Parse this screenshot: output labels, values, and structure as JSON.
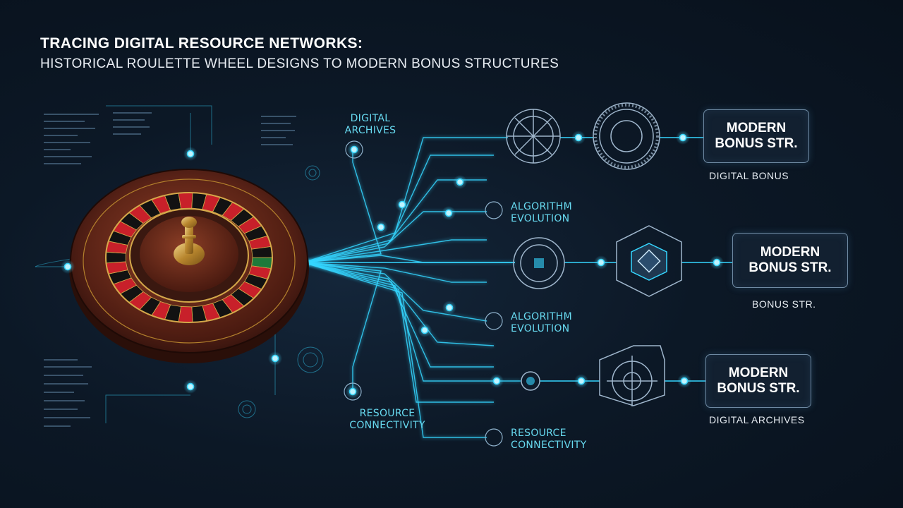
{
  "header": {
    "title": "TRACING DIGITAL RESOURCE NETWORKS:",
    "subtitle": "HISTORICAL ROULETTE WHEEL DESIGNS TO MODERN BONUS STRUCTURES"
  },
  "labels": {
    "digital_archives": [
      "DIGITAL",
      "ARCHIVES"
    ],
    "algorithm_evolution_1": [
      "ALGORITHM",
      "EVOLUTION"
    ],
    "algorithm_evolution_2": [
      "ALGORITHM",
      "EVOLUTION"
    ],
    "resource_connectivity_1": [
      "RESOURCE",
      "CONNECTIVITY"
    ],
    "resource_connectivity_2": [
      "RESOURCE",
      "CONNECTIVITY"
    ]
  },
  "outputs": [
    {
      "box": [
        "MODERN",
        "BONUS STR."
      ],
      "caption": "DIGITAL BONUS"
    },
    {
      "box": [
        "MODERN",
        "BONUS STR."
      ],
      "caption": "BONUS STR."
    },
    {
      "box": [
        "MODERN",
        "BONUS STR."
      ],
      "caption": "DIGITAL ARCHIVES"
    }
  ],
  "colors": {
    "background": "#0c1826",
    "accent_cyan": "#35d6ff",
    "label_cyan": "#67d9ef",
    "wheel_wood": "#6b2a1c",
    "wheel_red": "#c8202a",
    "wheel_black": "#121212",
    "wheel_gold": "#d4a84a"
  },
  "icons": [
    "roulette-wheel-icon",
    "circuit-node-icon",
    "target-icon",
    "crosshair-hexagon-icon"
  ]
}
